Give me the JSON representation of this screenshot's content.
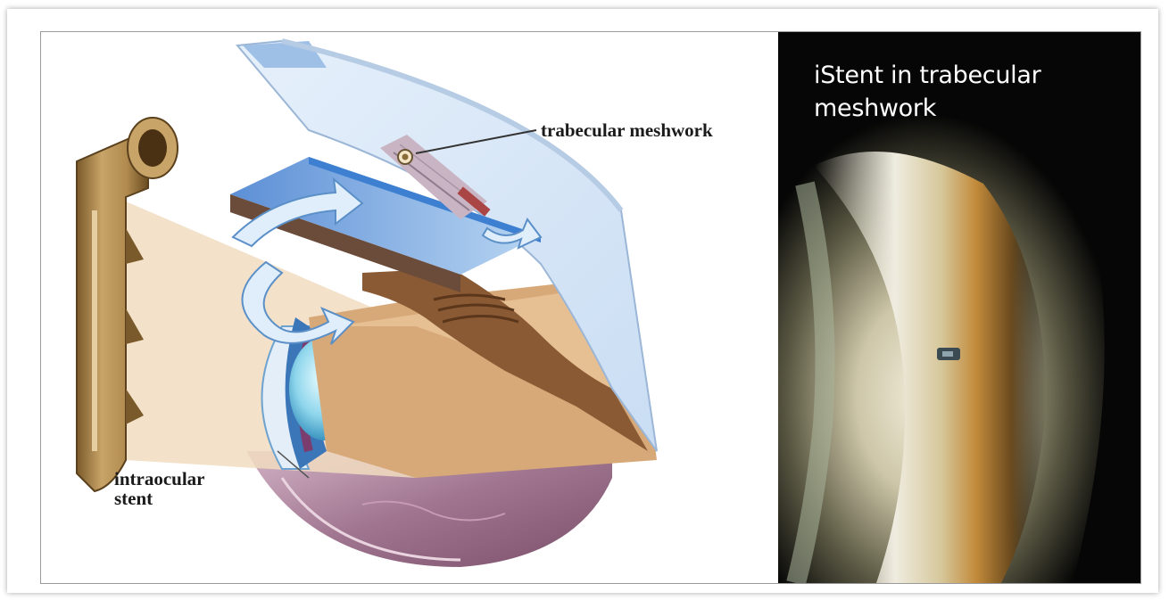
{
  "diagram": {
    "labels": {
      "trabecular_meshwork": "trabecular meshwork",
      "intraocular_stent_line1": "intraocular",
      "intraocular_stent_line2": "stent"
    }
  },
  "photo": {
    "caption": "iStent in trabecular meshwork"
  }
}
